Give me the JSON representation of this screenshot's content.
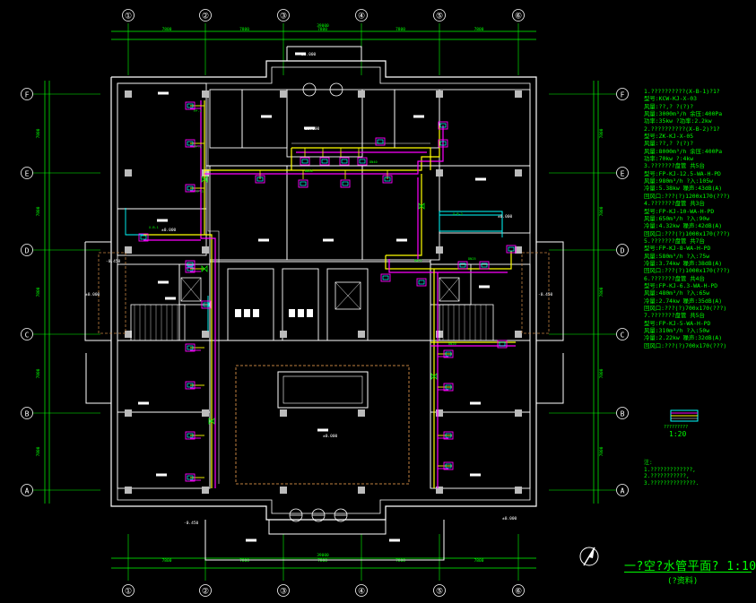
{
  "drawing": {
    "title": "一?空?水管平面? 1:100",
    "subtitle": "(?资料)",
    "compass": "N",
    "detail_label": "?????????",
    "detail_scale": "1:20",
    "colors": {
      "background": "#000000",
      "walls": "#ffffff",
      "pipes_supply": "#ffff00",
      "pipes_return": "#ff00ff",
      "pipes_cold": "#00ffff",
      "text": "#00ff00",
      "grid": "#00ff00",
      "dim": "#ff6060",
      "ceiling": "#c08040"
    }
  },
  "grid_columns": [
    "①",
    "②",
    "③",
    "④",
    "⑤",
    "⑥"
  ],
  "grid_rows": [
    "F",
    "E",
    "D",
    "C",
    "B",
    "A"
  ],
  "dims_top": [
    "7800",
    "7800",
    "7800",
    "7800",
    "7800"
  ],
  "dim_total": "39000",
  "dims_side": [
    "7800",
    "7800",
    "7800",
    "7800",
    "7800"
  ],
  "elevations": [
    "±0.000",
    "-0.450",
    "-0.450",
    "±0.000",
    "±0.000",
    "-0.450"
  ],
  "equipment_notes": [
    "1.??????????(X-B-1)?1?",
    "型号:KCW-KJ-X-03",
    "风量:??,? ?(?)?",
    "风量:3000m³/h 余压:400Pa",
    "功率:35kw  ?功率:2.2kw",
    "2.??????????(X-B-2)?1?",
    "型号:ZK-KJ-X-05",
    "风量:??,? ?(?)?",
    "风量:8000m³/h 余压:400Pa",
    "功率:70kw  ?:4kw",
    "3.???????盘管     共5台",
    "型号:FP-KJ-12.5-WA-H-PD",
    "风量:980m³/h  ?入:105w",
    "冷量:5.38kw  噪声:43dB(A)",
    "回风口:???(?)1200x170(???)",
    "4.???????盘管     共3台",
    "型号:FP-KJ-10-WA-H-PD",
    "风量:650m³/h  ?入:90w",
    "冷量:4.32kw  噪声:42dB(A)",
    "回风口:???(?)1000x170(???)",
    "5.???????盘管     共7台",
    "型号:FP-KJ-8-WA-H-PD",
    "风量:580m³/h  ?入:75w",
    "冷量:3.74kw  噪声:38dB(A)",
    "回风口:???(?)1000x170(???)",
    "6.???????盘管     共4台",
    "型号:FP-KJ-6.3-WA-H-PD",
    "风量:480m³/h  ?入:65w",
    "冷量:2.74kw  噪声:35dB(A)",
    "回风口:???(?)700x170(???)",
    "7.???????盘管     共5台",
    "型号:FP-KJ-5-WA-H-PD",
    "风量:310m³/h  ?入:50w",
    "冷量:2.22kw  噪声:32dB(A)",
    "回风口:???(?)700x170(???)"
  ],
  "general_notes": [
    "注:",
    "  1.?????????????,",
    "  2.???????????,",
    "  3.??????????????."
  ],
  "room_labels": [
    "±0.000",
    "±0.000",
    "±0.000",
    "±0.000"
  ],
  "tags": [
    "FP-1",
    "FP-2",
    "FP-3",
    "DN50",
    "DN40",
    "DN32",
    "DN25",
    "DN20",
    "X-B-1",
    "X-B-2"
  ]
}
